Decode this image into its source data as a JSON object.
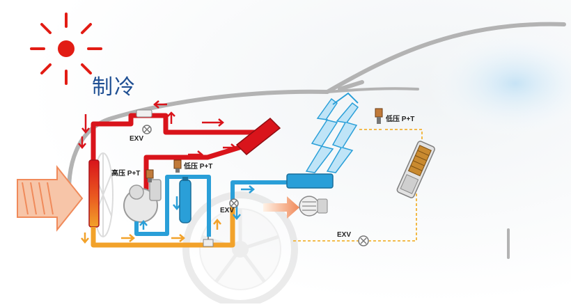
{
  "mode_title": "制冷",
  "labels": {
    "exv_top": "EXV",
    "exv_mid": "EXV",
    "exv_bottom": "EXV",
    "high_pressure_sensor": "高压 P+T",
    "low_pressure_sensor_1": "低压 P+T",
    "low_pressure_sensor_2": "低压 P+T"
  },
  "colors": {
    "hot_line": "#d9141b",
    "cold_line": "#2a9fd8",
    "warm_line": "#f2a22a",
    "sun": "#e21c14",
    "title": "#1f4f93",
    "dashed_line": "#f2b233"
  }
}
